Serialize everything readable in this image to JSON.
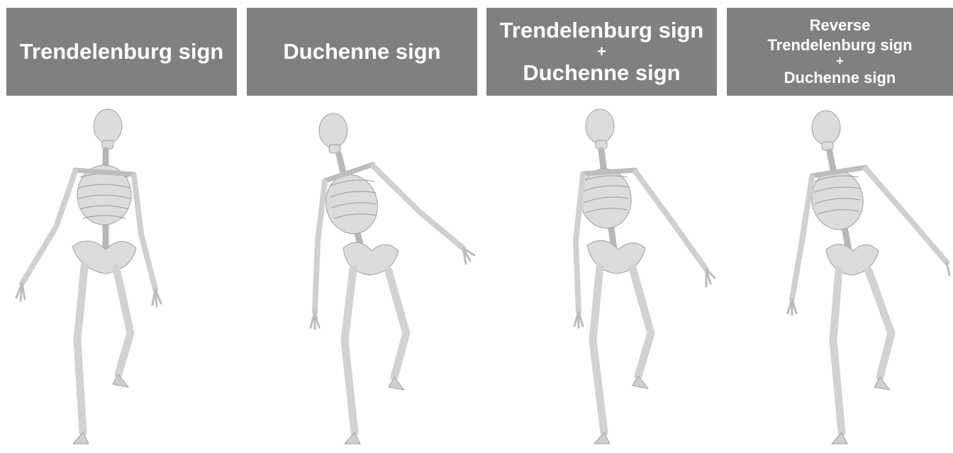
{
  "panels": [
    {
      "title_lines": [
        "Trendelenburg sign"
      ],
      "pose": "trendelenburg"
    },
    {
      "title_lines": [
        "Duchenne sign"
      ],
      "pose": "duchenne"
    },
    {
      "title_lines": [
        "Trendelenburg sign",
        "+",
        "Duchenne sign"
      ],
      "pose": "trendelenburg-duchenne"
    },
    {
      "title_lines": [
        "Reverse",
        "Trendelenburg sign",
        "+",
        "Duchenne sign"
      ],
      "pose": "reverse-trendelenburg-duchenne"
    }
  ],
  "colors": {
    "header_bg": "#808080",
    "header_text": "#ffffff",
    "bone": "#d9d9d9",
    "bone_shadow": "#9a9a9a"
  }
}
